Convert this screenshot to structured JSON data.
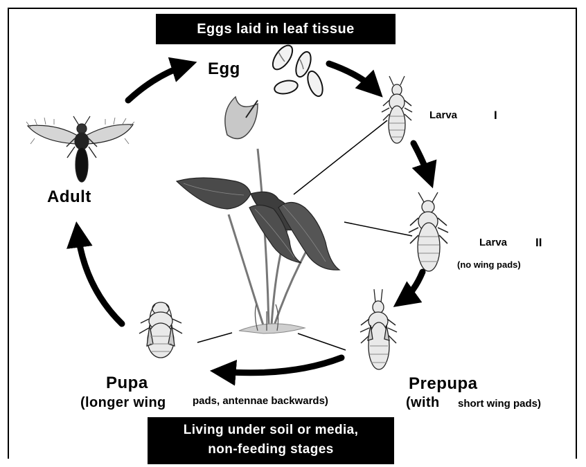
{
  "banner_top": "Eggs laid in leaf tissue",
  "banner_bottom": {
    "line1": "Living under soil or media,",
    "line2": "non-feeding stages"
  },
  "stages": {
    "egg": "Egg",
    "larva1": "Larva",
    "larva1_numeral": "I",
    "larva2": "Larva",
    "larva2_numeral": "II",
    "larva2_note": "(no wing pads)",
    "prepupa": "Prepupa",
    "prepupa_note_a": "(with",
    "prepupa_note_b": "short wing pads)",
    "pupa": "Pupa",
    "pupa_note_a": "(longer wing",
    "pupa_note_b": "pads, antennae backwards)",
    "adult": "Adult"
  },
  "colors": {
    "ink": "#000000",
    "background": "#ffffff",
    "banner_text": "#ffffff"
  },
  "icons": [
    "egg-cluster-icon",
    "larva-1-icon",
    "larva-2-icon",
    "prepupa-icon",
    "pupa-icon",
    "adult-thrips-icon",
    "anthurium-plant-icon"
  ]
}
